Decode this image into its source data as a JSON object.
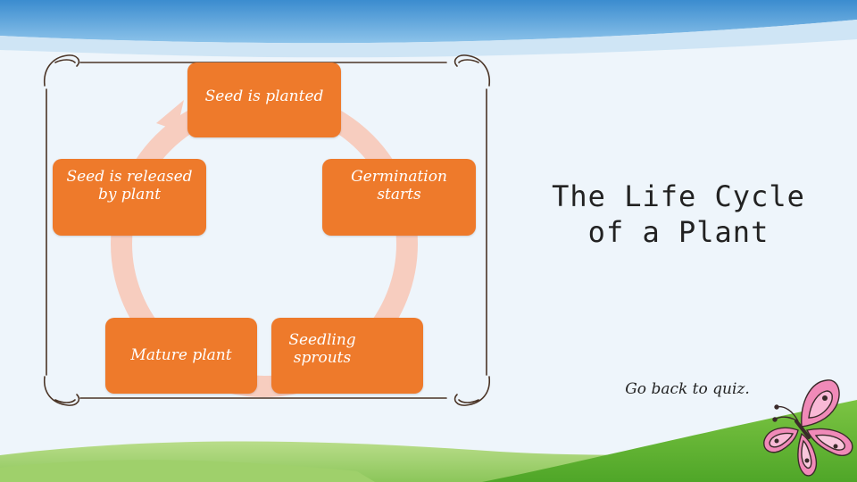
{
  "title": {
    "line1": "The Life Cycle",
    "line2": "of a Plant"
  },
  "cycle": {
    "stages": [
      {
        "label": "Seed is planted"
      },
      {
        "label": "Germination starts"
      },
      {
        "label": "Seedling sprouts"
      },
      {
        "label": "Mature plant"
      },
      {
        "label": "Seed is released by plant"
      }
    ]
  },
  "quiz_link": {
    "label": "Go back to quiz."
  },
  "colors": {
    "box": "#ee7a2b",
    "arrow": "#f7cdbf",
    "frame": "#4a3426",
    "grass": "#74c23e",
    "sky": "#3f8fd0"
  },
  "icons": {
    "butterfly": "butterfly-icon"
  }
}
